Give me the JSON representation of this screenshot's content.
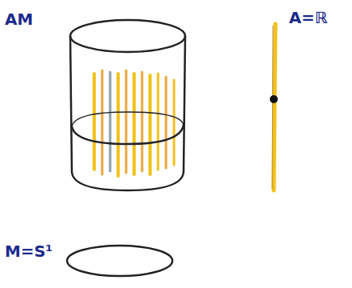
{
  "diagram": {
    "labels": [
      "AM",
      "A=ℝ",
      "M=S¹"
    ]
  }
}
